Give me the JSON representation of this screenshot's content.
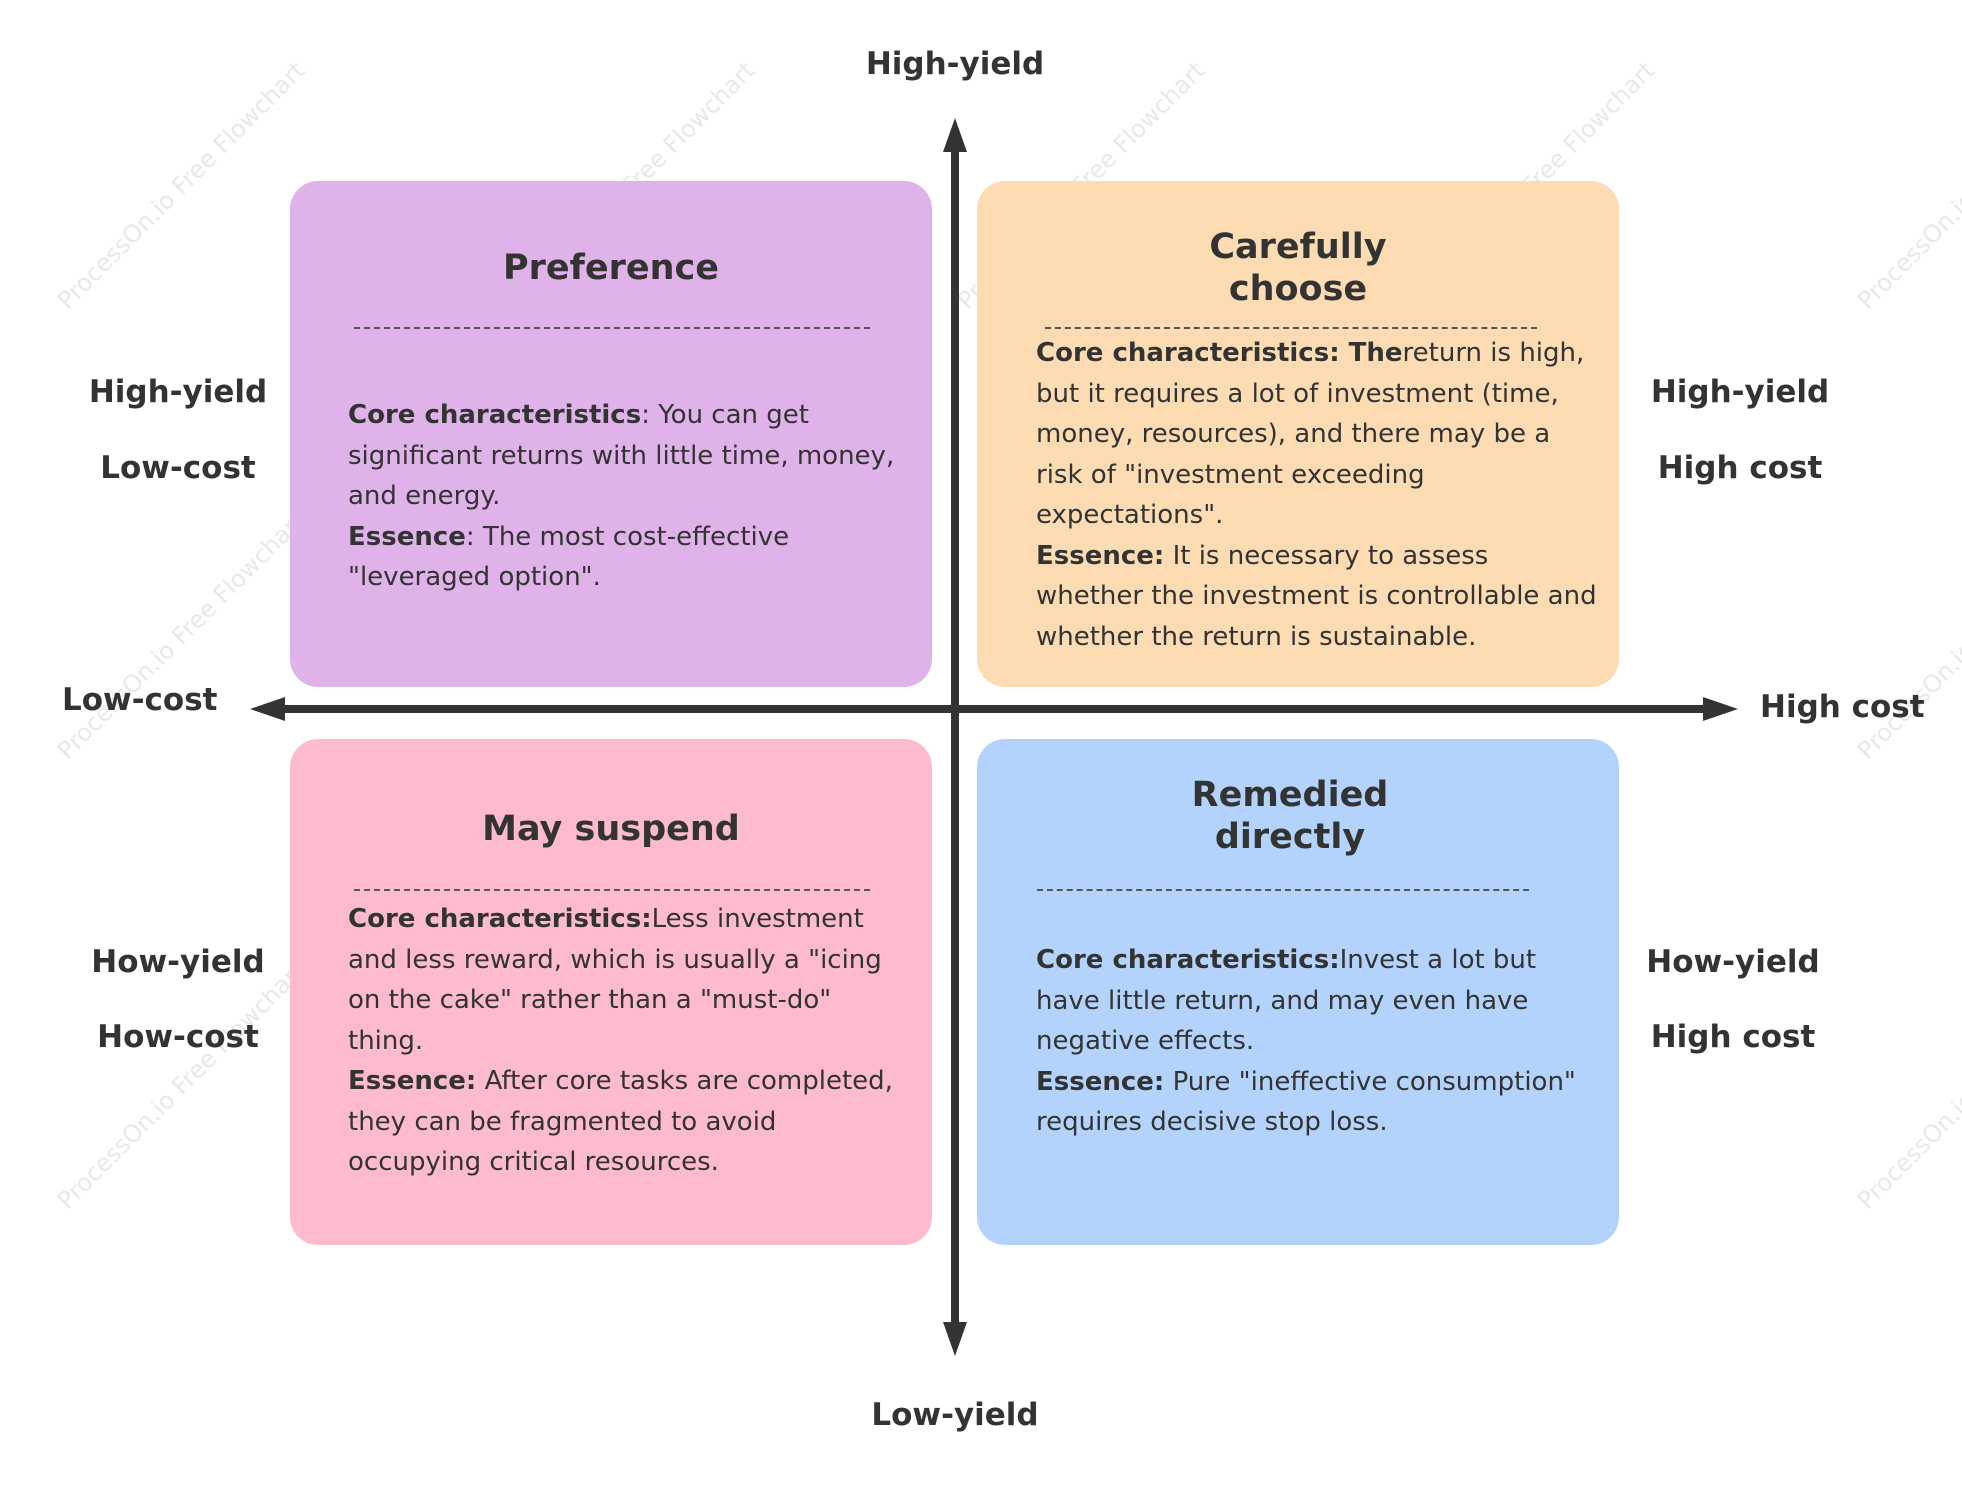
{
  "watermark": "ProcessOn.io Free Flowchart",
  "axes": {
    "top": "High-yield",
    "bottom": "Low-yield",
    "left": "Low-cost",
    "right": "High cost"
  },
  "side_labels": {
    "top_left": [
      "High-yield",
      "Low-cost"
    ],
    "top_right": [
      "High-yield",
      "High cost"
    ],
    "bottom_left": [
      "How-yield",
      "How-cost"
    ],
    "bottom_right": [
      "How-yield",
      "High cost"
    ]
  },
  "quadrants": {
    "top_left": {
      "title": "Preference",
      "color": "#dfb3ea",
      "core_label": "Core characteristics",
      "core_text": ": You can get significant returns with little time, money, and energy.",
      "essence_label": "Essence",
      "essence_text": ": The most cost-effective \"leveraged option\"."
    },
    "top_right": {
      "title": "Carefully\nchoose",
      "color": "#fddcb4",
      "core_label": "Core characteristics: The",
      "core_text": "return is high, but it requires a lot of investment (time, money, resources), and there may be a risk of \"investment exceeding expectations\".",
      "essence_label": "Essence:",
      "essence_text": " It is necessary to assess whether the investment is controllable and whether the return is sustainable."
    },
    "bottom_left": {
      "title": "May suspend",
      "color": "#febbcc",
      "core_label": "Core characteristics:",
      "core_text": "Less investment and less reward, which is usually a \"icing on the cake\" rather than a \"must-do\" thing.",
      "essence_label": "Essence:",
      "essence_text": " After core tasks are completed, they can be fragmented to avoid occupying critical resources."
    },
    "bottom_right": {
      "title": "Remedied\ndirectly",
      "color": "#b3d3fd",
      "core_label": "Core characteristics:",
      "core_text": "Invest a lot but have little return, and may even have negative effects.",
      "essence_label": "Essence:",
      "essence_text": " Pure \"ineffective consumption\" requires decisive stop loss."
    }
  }
}
